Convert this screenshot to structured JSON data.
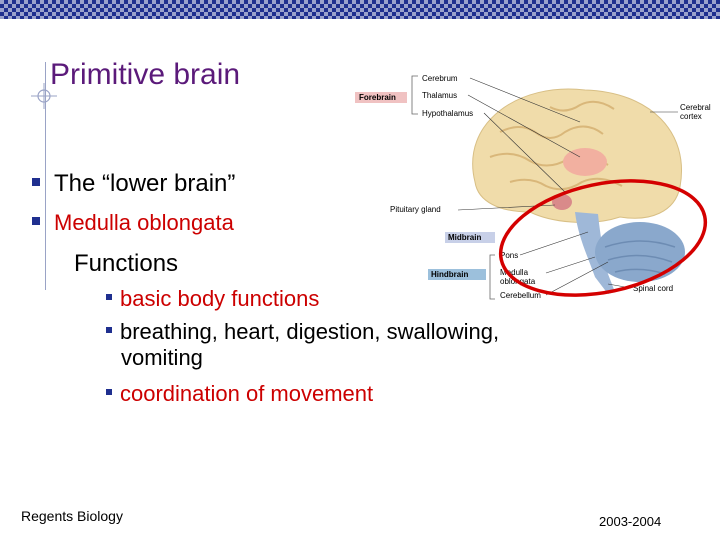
{
  "slide": {
    "title": "Primitive brain",
    "bullets": [
      "The “lower brain”",
      "Medulla oblongata"
    ],
    "subheading": "Functions",
    "functions": [
      "basic body functions",
      "breathing, heart, digestion, swallowing,",
      "vomiting",
      "coordination of movement"
    ],
    "footer_left": "Regents Biology",
    "footer_right": "2003-2004"
  },
  "diagram": {
    "labels": {
      "forebrain": "Forebrain",
      "cerebrum": "Cerebrum",
      "thalamus": "Thalamus",
      "hypothalamus": "Hypothalamus",
      "cerebral_cortex_1": "Cerebral",
      "cerebral_cortex_2": "cortex",
      "pituitary": "Pituitary gland",
      "midbrain": "Midbrain",
      "hindbrain": "Hindbrain",
      "pons": "Pons",
      "medulla_1": "Medulla",
      "medulla_2": "oblongata",
      "cerebellum": "Cerebellum",
      "spinal_cord": "Spinal cord"
    }
  },
  "colors": {
    "title": "#5b1a7a",
    "accent_red": "#cc0000",
    "bar": "#1f2f8f"
  }
}
